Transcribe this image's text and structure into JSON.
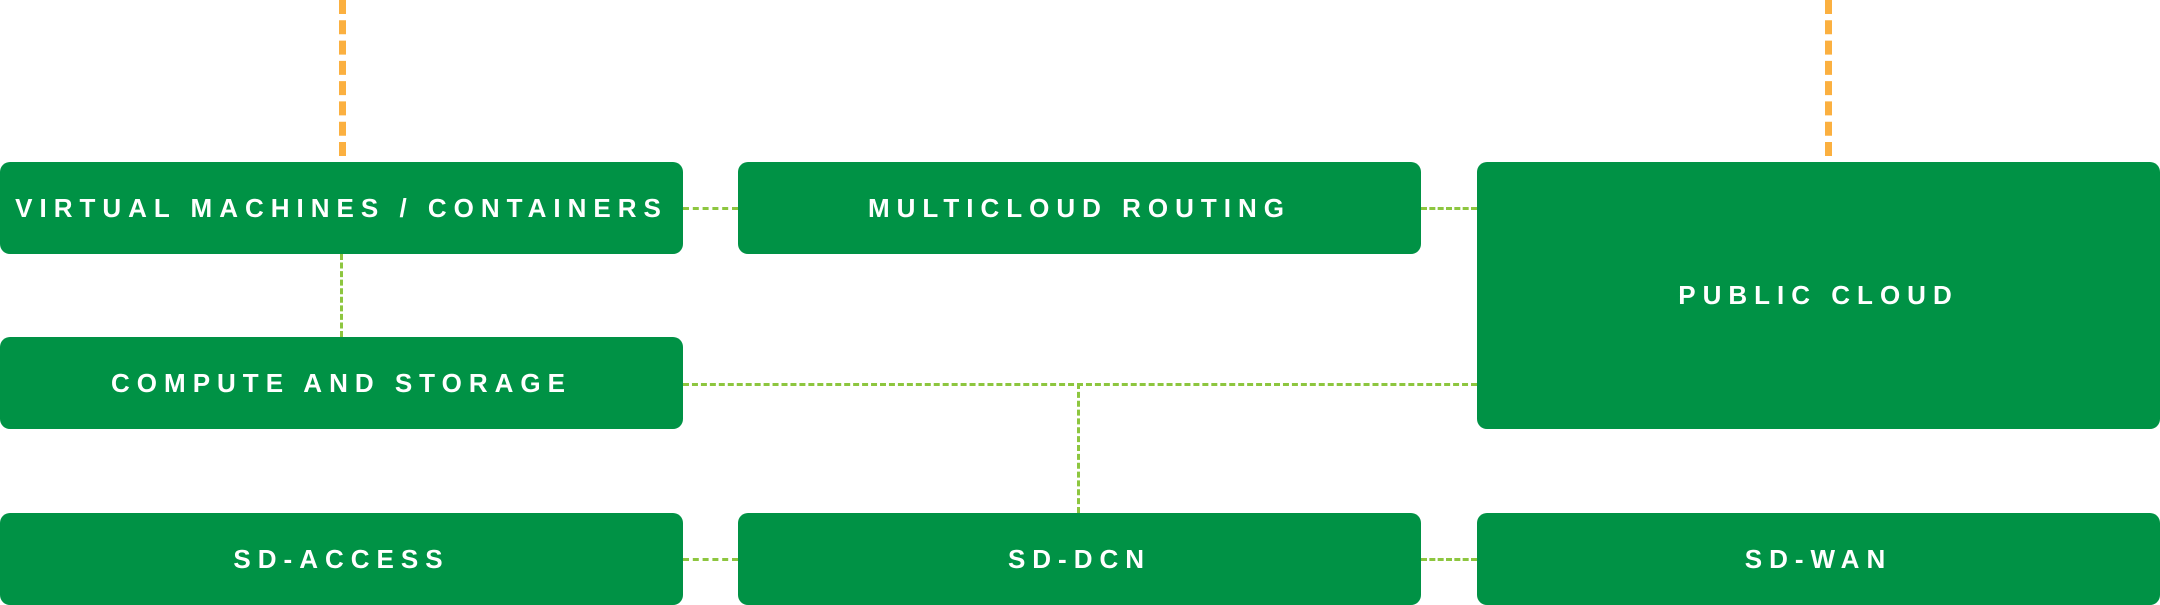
{
  "colors": {
    "box": "#009245",
    "text": "#FFFFFF",
    "external_link": "#FBB040",
    "connector": "#8DC63F"
  },
  "nodes": {
    "vm_containers": "VIRTUAL MACHINES / CONTAINERS",
    "multicloud_routing": "MULTICLOUD ROUTING",
    "public_cloud": "PUBLIC CLOUD",
    "compute_storage": "COMPUTE AND STORAGE",
    "sd_access": "SD-ACCESS",
    "sd_dcn": "SD-DCN",
    "sd_wan": "SD-WAN"
  }
}
